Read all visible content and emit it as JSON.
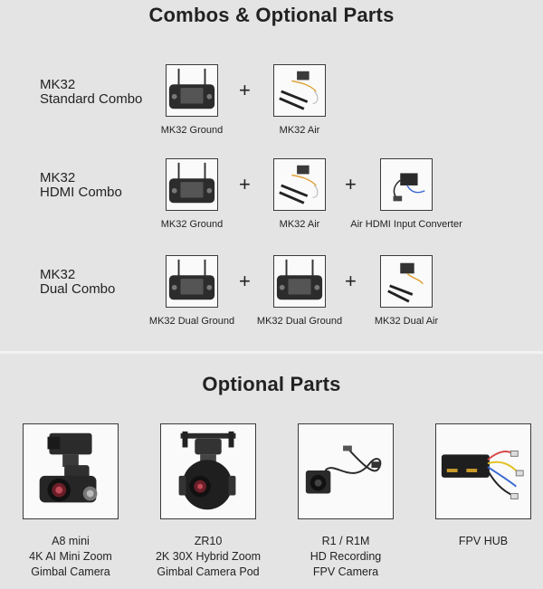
{
  "combos_title": "Combos & Optional Parts",
  "combos": [
    {
      "title_line1": "MK32",
      "title_line2": "Standard Combo",
      "items": [
        {
          "label": "MK32 Ground",
          "icon": "ground-controller-icon"
        },
        {
          "label": "MK32 Air",
          "icon": "air-unit-icon"
        }
      ]
    },
    {
      "title_line1": "MK32",
      "title_line2": "HDMI Combo",
      "items": [
        {
          "label": "MK32 Ground",
          "icon": "ground-controller-icon"
        },
        {
          "label": "MK32 Air",
          "icon": "air-unit-icon"
        },
        {
          "label": "Air HDMI Input Converter",
          "icon": "hdmi-converter-icon"
        }
      ]
    },
    {
      "title_line1": "MK32",
      "title_line2": "Dual Combo",
      "items": [
        {
          "label": "MK32 Dual Ground",
          "icon": "ground-controller-icon"
        },
        {
          "label": "MK32 Dual Ground",
          "icon": "ground-controller-icon"
        },
        {
          "label": "MK32 Dual Air",
          "icon": "air-unit-icon"
        }
      ]
    }
  ],
  "plus_sign": "+",
  "optional_title": "Optional Parts",
  "optional_parts": [
    {
      "lines": [
        "A8 mini",
        "4K AI Mini Zoom",
        "Gimbal Camera"
      ],
      "icon": "mini-gimbal-camera-icon"
    },
    {
      "lines": [
        "ZR10",
        "2K 30X Hybrid Zoom",
        "Gimbal Camera Pod"
      ],
      "icon": "gimbal-pod-icon"
    },
    {
      "lines": [
        "R1 / R1M",
        "HD Recording",
        "FPV Camera"
      ],
      "icon": "fpv-camera-icon"
    },
    {
      "lines": [
        "FPV HUB"
      ],
      "icon": "fpv-hub-icon"
    }
  ],
  "colors": {
    "background": "#e4e4e4",
    "box_border": "#3a3a3a",
    "box_fill": "#fafafa",
    "text": "#222222"
  }
}
